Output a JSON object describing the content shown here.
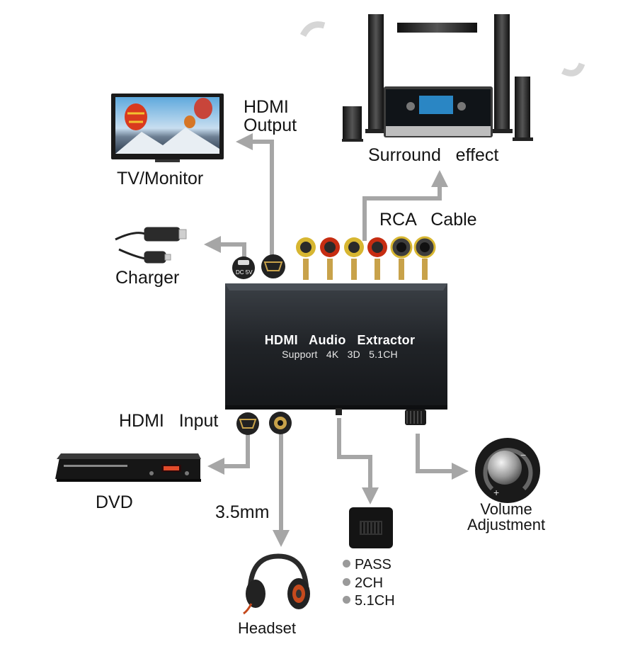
{
  "labels": {
    "hdmi_output": "HDMI\nOutput",
    "tv_monitor": "TV/Monitor",
    "surround_effect": "Surround   effect",
    "rca_cable": "RCA   Cable",
    "charger": "Charger",
    "dc_port": "DC 5V",
    "hdmi_input": "HDMI   Input",
    "dvd": "DVD",
    "jack": "3.5mm",
    "headset": "Headset",
    "volume": "Volume\nAdjustment"
  },
  "device": {
    "title": "HDMI   Audio   Extractor",
    "subtitle": "Support   4K   3D   5.1CH"
  },
  "switch_options": [
    "PASS",
    "2CH",
    "5.1CH"
  ],
  "colors": {
    "arrow": "#a6a6a6",
    "box": "#1f2226",
    "rca_red": "#c62d12",
    "rca_yellow": "#d7b631",
    "gold": "#c8a24a"
  }
}
